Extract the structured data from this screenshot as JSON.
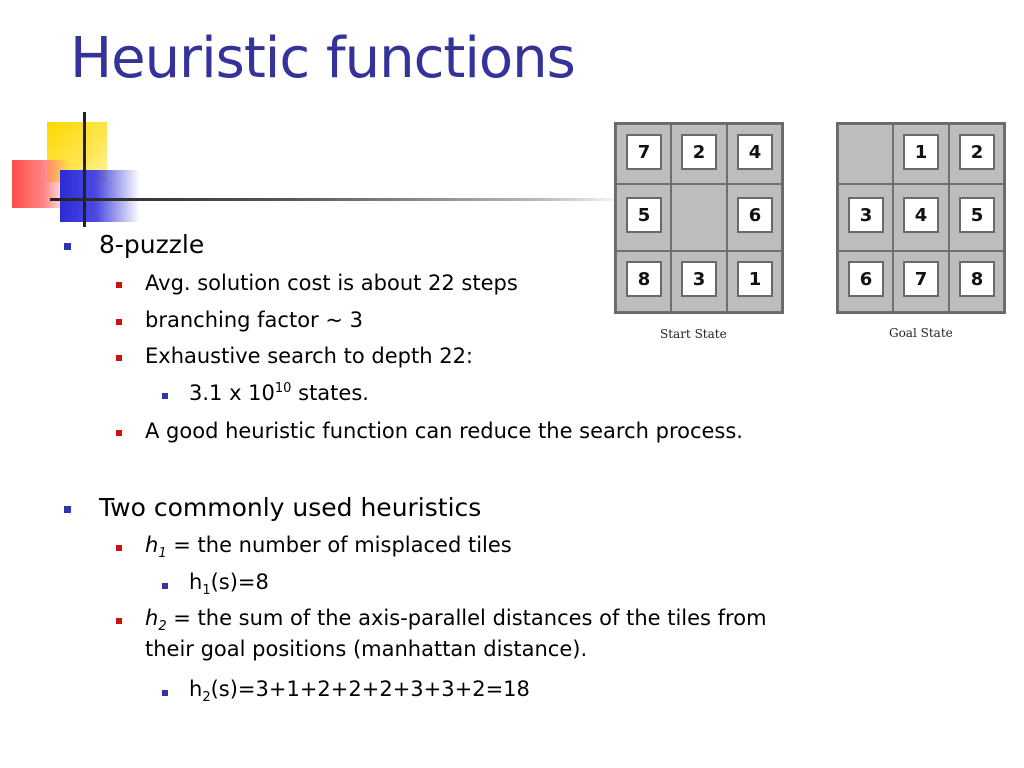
{
  "slide": {
    "title": "Heuristic functions",
    "bullets": {
      "b1": "8-puzzle",
      "b1_1": "Avg. solution cost is about 22 steps",
      "b1_2": "branching factor ~ 3",
      "b1_3": "Exhaustive search to depth 22:",
      "b1_3_1_pre": "3.1 x 10",
      "b1_3_1_exp": "10",
      "b1_3_1_post": " states.",
      "b1_4": "A good heuristic function can reduce the search process.",
      "b2": "Two commonly used heuristics",
      "b2_1_var": "h",
      "b2_1_sub": "1",
      "b2_1_text": " = the number of misplaced tiles",
      "b2_1_1_pre": "h",
      "b2_1_1_sub": "1",
      "b2_1_1_post": "(s)=8",
      "b2_2_var": "h",
      "b2_2_sub": "2",
      "b2_2_text": " = the sum of the axis-parallel distances of the tiles from",
      "b2_2_cont": "their goal positions (manhattan distance).",
      "b2_2_1_pre": "h",
      "b2_2_1_sub": "2",
      "b2_2_1_post": "(s)=3+1+2+2+2+3+3+2=18"
    }
  },
  "puzzles": {
    "start": {
      "label": "Start State",
      "tiles": [
        "7",
        "2",
        "4",
        "5",
        "",
        "6",
        "8",
        "3",
        "1"
      ]
    },
    "goal": {
      "label": "Goal State",
      "tiles": [
        "",
        "1",
        "2",
        "3",
        "4",
        "5",
        "6",
        "7",
        "8"
      ]
    }
  },
  "colors": {
    "title": "#333399",
    "level1_bullet": "#3333aa",
    "level2_bullet": "#cc1111",
    "board_gray": "#c4c4c4"
  }
}
